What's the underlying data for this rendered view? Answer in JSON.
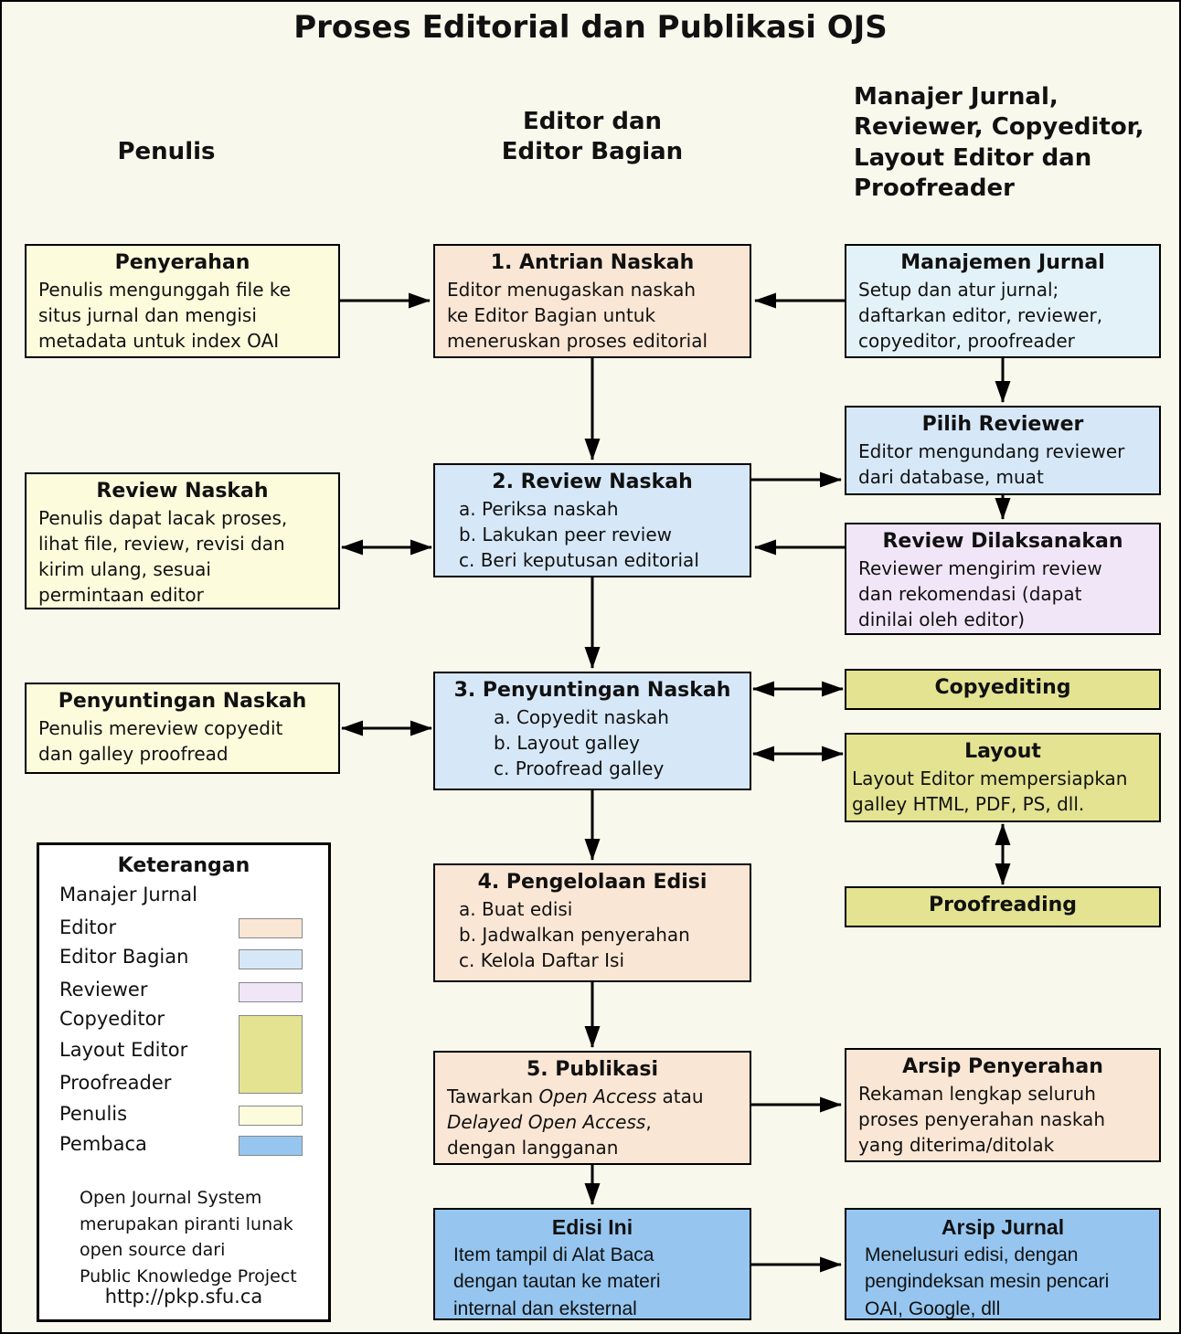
{
  "title": "Proses Editorial dan Publikasi OJS",
  "column_headers": {
    "penulis": "Penulis",
    "editor": "Editor dan\nEditor Bagian",
    "manajer": "Manajer Jurnal,\nReviewer, Copyeditor,\nLayout Editor dan\nProofreader"
  },
  "boxes": {
    "penyerahan": {
      "title": "Penyerahan",
      "body": "Penulis mengunggah file ke\nsitus jurnal dan mengisi\nmetadata untuk index OAI"
    },
    "antrian": {
      "title": "1. Antrian Naskah",
      "body": "Editor menugaskan naskah\nke Editor Bagian untuk\nmeneruskan proses editorial"
    },
    "manajemen": {
      "title": "Manajemen Jurnal",
      "body": "Setup dan atur jurnal;\ndaftarkan editor, reviewer,\ncopyeditor, proofreader"
    },
    "review_left": {
      "title": "Review Naskah",
      "body": "Penulis dapat lacak proses,\nlihat file, review, revisi dan\nkirim ulang, sesuai\npermintaan editor"
    },
    "review": {
      "title": "2. Review Naskah",
      "body": "a. Periksa naskah\nb. Lakukan peer review\nc. Beri keputusan editorial"
    },
    "pilih_reviewer": {
      "title": "Pilih Reviewer",
      "body": "Editor mengundang reviewer\ndari database, muat"
    },
    "review_dilaksanakan": {
      "title": "Review Dilaksanakan",
      "body": "Reviewer mengirim review\ndan rekomendasi (dapat\ndinilai oleh editor)"
    },
    "penyuntingan_left": {
      "title": "Penyuntingan Naskah",
      "body": "Penulis mereview copyedit\ndan galley proofread"
    },
    "penyuntingan": {
      "title": "3. Penyuntingan Naskah",
      "body": "a. Copyedit naskah\nb. Layout galley\nc. Proofread galley"
    },
    "copyediting": {
      "title": "Copyediting"
    },
    "layout": {
      "title": "Layout",
      "body": "Layout Editor mempersiapkan\ngalley HTML, PDF, PS, dll."
    },
    "proofreading": {
      "title": "Proofreading"
    },
    "pengelolaan": {
      "title": "4. Pengelolaan Edisi",
      "body": "a. Buat edisi\nb. Jadwalkan penyerahan\nc. Kelola Daftar Isi"
    },
    "publikasi": {
      "title": "5. Publikasi",
      "parts": {
        "p1": "Tawarkan ",
        "p2": "Open Access",
        "p3": " atau\n",
        "p4": "Delayed Open Access",
        "p5": ",\ndengan langganan"
      }
    },
    "arsip_penyerahan": {
      "title": "Arsip Penyerahan",
      "body": "Rekaman lengkap seluruh\nproses penyerahan naskah\nyang diterima/ditolak"
    },
    "edisi_ini": {
      "title": "Edisi Ini",
      "body": "Item tampil di Alat Baca\ndengan tautan ke materi\ninternal dan eksternal"
    },
    "arsip_jurnal": {
      "title": "Arsip Jurnal",
      "body": "Menelusuri edisi, dengan\npengindeksan mesin pencari\nOAI, Google, dll"
    }
  },
  "legend": {
    "title": "Keterangan",
    "manajer_label": "Manajer Jurnal",
    "editor_label": "Editor",
    "editor_bagian_label": "Editor Bagian",
    "reviewer_label": "Reviewer",
    "copyeditor_label": "Copyeditor",
    "layout_editor_label": "Layout Editor",
    "proofreader_label": "Proofreader",
    "penulis_label": "Penulis",
    "pembaca_label": "Pembaca",
    "note": "Open Journal System\nmerupakan piranti lunak\nopen source dari\nPublic Knowledge Project",
    "url": "http://pkp.sfu.ca"
  },
  "colors": {
    "page_bg": "#F8F8EC",
    "editor": "#FAE6D4",
    "editor_bagian": "#D6E8F8",
    "manajer_jurnal": "#E3F2F9",
    "reviewer": "#F0E6F8",
    "copyeditor_group": "#E3E392",
    "penulis": "#FCFCDC",
    "pembaca": "#96C6F0"
  }
}
